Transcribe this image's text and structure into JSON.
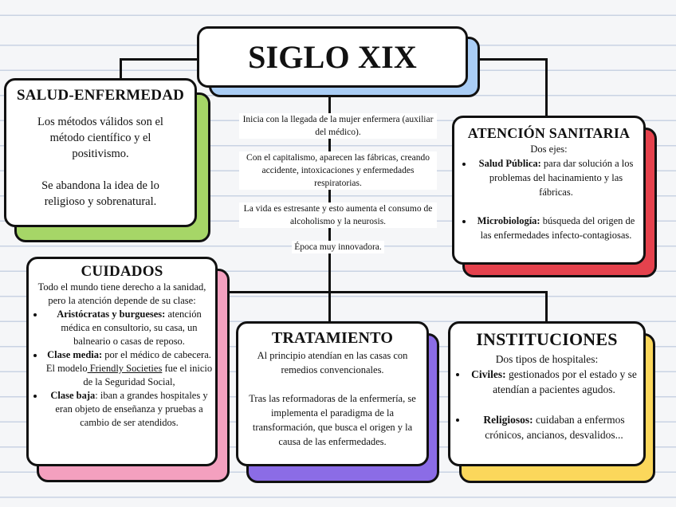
{
  "title": "SIGLO XIX",
  "colors": {
    "siglo": "#a9cdf5",
    "salud": "#a6d667",
    "atencion": "#e5424d",
    "cuidados": "#f4a0bf",
    "tratamiento": "#8b6ce6",
    "instituciones": "#fbd75b"
  },
  "center": {
    "p1": "Inicia con la llegada de la mujer enfermera (auxiliar del médico).",
    "p2": "Con el capitalismo, aparecen las fábricas, creando accidente, intoxicaciones y enfermedades respiratorias.",
    "p3": "La vida es estresante y esto aumenta el consumo de alcoholismo y la neurosis.",
    "p4": "Época muy innovadora."
  },
  "salud": {
    "title": "SALUD-ENFERMEDAD",
    "p1": "Los métodos válidos son el método científico y el positivismo.",
    "p2": "Se abandona la idea de lo religioso y sobrenatural."
  },
  "atencion": {
    "title": "ATENCIÓN SANITARIA",
    "intro": "Dos ejes:",
    "items": [
      {
        "label": "Salud Pública:",
        "text": " para dar solución a los problemas del hacinamiento y las fábricas."
      },
      {
        "label": "Microbiología:",
        "text": " búsqueda del origen de las enfermedades infecto-contagiosas."
      }
    ]
  },
  "cuidados": {
    "title": "CUIDADOS",
    "intro": "Todo el mundo tiene derecho a la sanidad, pero la atención depende de su clase:",
    "items": [
      {
        "label": "Aristócratas y burgueses:",
        "text": " atención médica en consultorio, su casa, un balneario o casas de reposo."
      },
      {
        "label": "Clase media:",
        "text": " por el médico de cabecera. El modelo",
        "link": " Friendly Societies",
        "text2": " fue el inicio de la Seguridad Social,"
      },
      {
        "label": "Clase baja",
        "text": ": iban a grandes hospitales y eran objeto de enseñanza y pruebas a cambio de ser atendidos."
      }
    ]
  },
  "tratamiento": {
    "title": "TRATAMIENTO",
    "p1": "Al principio atendían en las casas con remedios convencionales.",
    "p2": "Tras las reformadoras de la enfermería, se implementa el paradigma de la transformación, que busca el origen y la causa de las enfermedades."
  },
  "instituciones": {
    "title": "INSTITUCIONES",
    "intro": "Dos tipos de hospitales:",
    "items": [
      {
        "label": "Civiles:",
        "text": " gestionados por el estado y se atendían a pacientes agudos."
      },
      {
        "label": "Religiosos:",
        "text": " cuidaban a enfermos crónicos, ancianos, desvalidos..."
      }
    ]
  }
}
